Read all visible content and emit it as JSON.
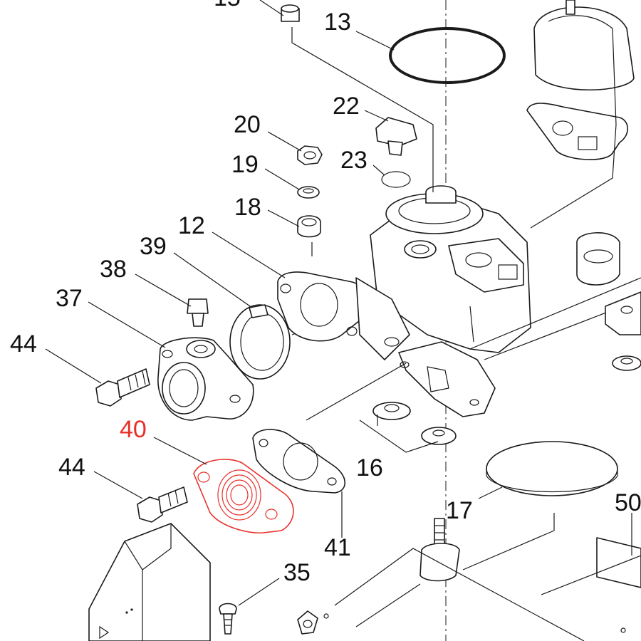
{
  "callouts": {
    "c13": "13",
    "c22": "22",
    "c20": "20",
    "c23": "23",
    "c19": "19",
    "c18": "18",
    "c12": "12",
    "c39": "39",
    "c38": "38",
    "c37": "37",
    "c44a": "44",
    "c40": "40",
    "c44b": "44",
    "c16": "16",
    "c17": "17",
    "c50": "50",
    "c41": "41",
    "c35": "35"
  },
  "colors": {
    "line": "#1a1a1a",
    "highlight": "#e8302a",
    "background": "#ffffff"
  }
}
